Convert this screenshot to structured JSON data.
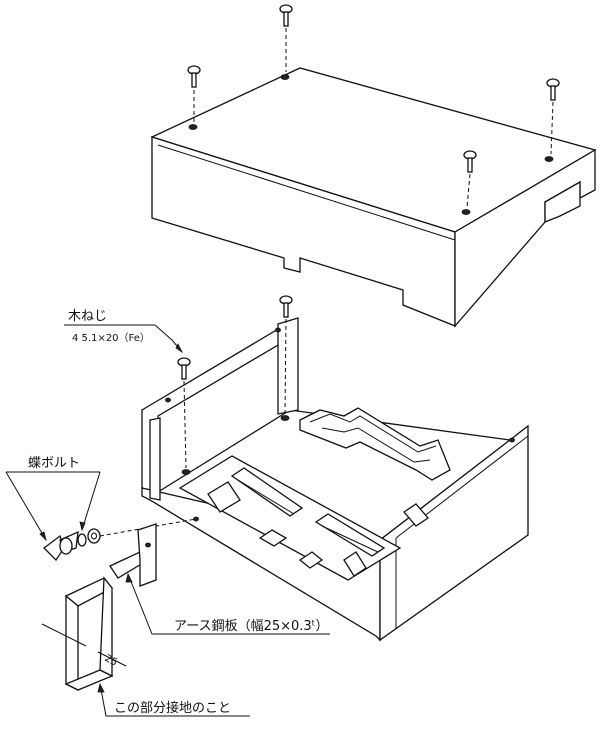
{
  "labels": {
    "wood_screw": "木ねじ",
    "wood_screw_spec": "4  5.1×20（Fe）",
    "wing_bolt": "蝶ボルト",
    "earth_plate": "アース鋼板（幅25×0.3ᵗ）",
    "dim_25": "25",
    "ground_note": "この部分接地のこと"
  },
  "colors": {
    "ink": "#111111",
    "paper": "#ffffff"
  }
}
